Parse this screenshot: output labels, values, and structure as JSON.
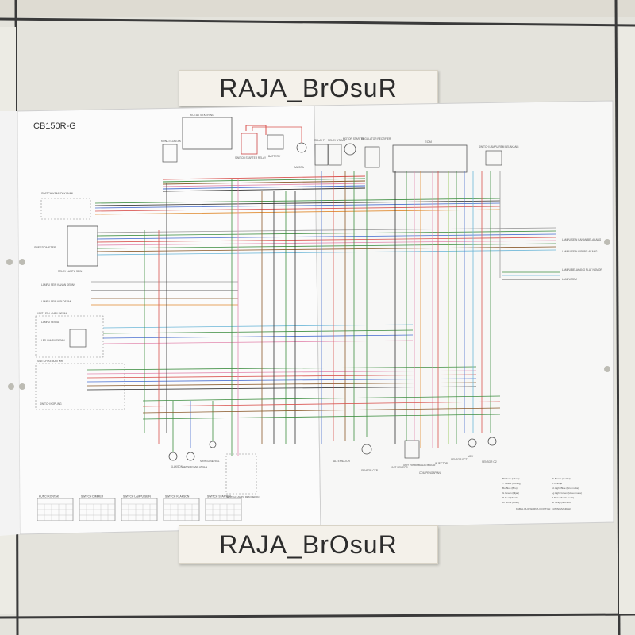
{
  "watermark": {
    "top_label": "RAJA_BrOsuR",
    "bottom_label": "RAJA_BrOsuR"
  },
  "diagram": {
    "model_title": "CB150R-G",
    "components": {
      "ecm": "ECM",
      "speedometer": "SPEEDOMETER",
      "kunci_kontak": "KUNCI KONTAK",
      "kotak_sekering": "KOTAK SEKERING",
      "switch_starter_relay": "SWITCH STARTER RELAY",
      "battery": "BATTERY",
      "massa": "MASSA",
      "relay_utama": "RELAY UTAMA",
      "relay_fi": "RELAY FI",
      "motor_starter": "MOTOR STARTER",
      "regulator_rectifier": "REGULATOR RECTIFIER",
      "switch_lampu_rem_belakang": "SWITCH LAMPU REM BELAKANG",
      "switch_kemudi_kanan": "SWITCH KEMUDI KANAN",
      "lampu_sein_kanan_depan": "LAMPU SEIN KANAN DEPAN",
      "lampu_sein_kiri_depan": "LAMPU SEIN KIRI DEPAN",
      "relay_lampu_sein": "RELAY LAMPU SEIN",
      "unit_led_lampu_depan": "UNIT LED LAMPU DEPAN",
      "lampu_senja": "LAMPU SENJA",
      "led_lampu_depan": "LED LAMPU DEPAN",
      "switch_kemudi_kiri": "SWITCH KEMUDI KIRI",
      "switch_kopling": "SWITCH KOPLING",
      "klakson": "KLAKSON",
      "sensor_baik_angle": "SENSOR BAIK ANGLE",
      "switch_netral": "SWITCH NETRAL",
      "switch_lampu_rem_depan": "SWITCH LAMPU REM DEPAN",
      "alternator": "ALTERNATOR",
      "sensor_ckp": "SENSOR CKP",
      "unit_sensor": "UNIT SENSOR",
      "unit_pompa_bahan_bakar": "UNIT POMPA BAHAN BAKAR",
      "injector": "INJECTOR",
      "coil_pengapian": "COIL PENGAPIAN",
      "sensor_ect": "SENSOR ECT",
      "mcv": "MCV",
      "sensor_o2": "SENSOR O2",
      "lampu_sein_kanan_belakang": "LAMPU SEIN KANAN BELAKANG",
      "lampu_sein_kiri_belakang": "LAMPU SEIN KIRI BELAKANG",
      "lampu_belakang_plat_nomor": "LAMPU BELAKANG PLAT NOMOR",
      "lampu_rem": "LAMPU REM"
    },
    "switch_tables": [
      "KUNCI KONTAK",
      "SWITCH DIMMER",
      "SWITCH LAMPU SEIN",
      "SWITCH KLAKSON",
      "SWITCH STARTER"
    ],
    "color_legend": [
      "Bl  Black (Hitam)",
      "Y   Yellow (Kuning)",
      "Bu  Blue (Biru)",
      "G   Green (Hijau)",
      "R   Red (Merah)",
      "W   White (Putih)",
      "Br  Brown (Coklat)",
      "O   Orange",
      "Lb  Light Blue (Biru muda)",
      "Lg  Light Green (Hijau muda)",
      "P   Pink (Merah muda)",
      "Gr  Gray (Abu-abu)"
    ],
    "legend_note": "KABEL DUA WARNA (CONTOH: KUNING/MERAH)"
  },
  "wire_colors": {
    "red": "#d9534f",
    "green": "#3e8e41",
    "blue": "#4a6fd0",
    "brown": "#8a5a2b",
    "pink": "#e38bb0",
    "orange": "#e08a2e",
    "yellow": "#d4b52a",
    "black": "#333333",
    "lightblue": "#6db7d8",
    "lightgreen": "#8bc34a",
    "gray": "#9a9a9a"
  }
}
